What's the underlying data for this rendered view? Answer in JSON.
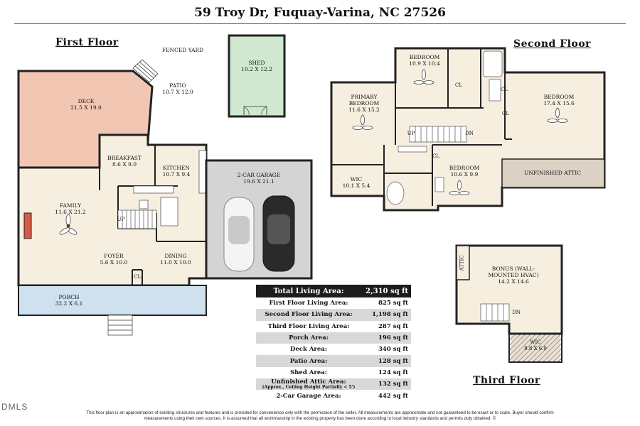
{
  "title": "59 Troy Dr, Fuquay-Varina, NC 27526",
  "floors": {
    "first": "First Floor",
    "second": "Second Floor",
    "third": "Third Floor"
  },
  "labels": {
    "fenced_yard": "FENCED YARD",
    "shed": {
      "name": "SHED",
      "dims": "10.2 X 12.2"
    },
    "patio": {
      "name": "PATIO",
      "dims": "10.7 X 12.0"
    },
    "deck": {
      "name": "DECK",
      "dims": "21.5 X 19.0"
    },
    "breakfast": {
      "name": "BREAKFAST",
      "dims": "8.6 X 9.0"
    },
    "kitchen": {
      "name": "KITCHEN",
      "dims": "10.7 X 9.4"
    },
    "garage": {
      "name": "2-CAR GARAGE",
      "dims": "19.6 X 21.1"
    },
    "family": {
      "name": "FAMILY",
      "dims": "11.6 X 21.2"
    },
    "foyer": {
      "name": "FOYER",
      "dims": "5.6 X 10.0"
    },
    "dining": {
      "name": "DINING",
      "dims": "11.0 X 10.0"
    },
    "porch": {
      "name": "PORCH",
      "dims": "32.2 X 6.1"
    },
    "up1": "UP",
    "cl1": "CL",
    "bedroom_a": {
      "name": "BEDROOM",
      "dims": "10.9 X 10.4"
    },
    "primary": {
      "name": "PRIMARY BEDROOM",
      "dims": "11.6 X 15.2"
    },
    "bedroom_b": {
      "name": "BEDROOM",
      "dims": "17.4 X 15.6"
    },
    "bedroom_c": {
      "name": "BEDROOM",
      "dims": "10.6 X 9.9"
    },
    "wic2": {
      "name": "WIC",
      "dims": "10.1 X 5.4"
    },
    "attic_unf": "UNFINISHED ATTIC",
    "up2": "UP",
    "dn2": "DN",
    "cl": "CL",
    "bonus": {
      "name": "BONUS (WALL-MOUNTED HVAC)",
      "dims": "14.2 X 14.6"
    },
    "attic": "ATTIC",
    "dn3": "DN",
    "wic3": {
      "name": "WIC",
      "dims": "8.8 X 6.9"
    }
  },
  "area_table": {
    "header": {
      "label": "Total Living Area:",
      "value": "2,310 sq ft"
    },
    "rows": [
      {
        "label": "First Floor Living Area:",
        "value": "825 sq ft"
      },
      {
        "label": "Second Floor Living Area:",
        "value": "1,198 sq ft"
      },
      {
        "label": "Third Floor Living Area:",
        "value": "287 sq ft"
      },
      {
        "label": "Porch Area:",
        "value": "196 sq ft"
      },
      {
        "label": "Deck Area:",
        "value": "340 sq ft"
      },
      {
        "label": "Patio Area:",
        "value": "128 sq ft"
      },
      {
        "label": "Shed Area:",
        "value": "124 sq ft"
      },
      {
        "label": "Unfinished Attic Area:",
        "sub": "(Approx., Ceiling Height Partially < 5')",
        "value": "132 sq ft"
      },
      {
        "label": "2-Car Garage Area:",
        "value": "442 sq ft"
      }
    ]
  },
  "disclaimer": "This floor plan is an approximation of existing structures and features and is provided for convenience only with the permission of the seller. All measurements are approximate and not guaranteed to be exact or to scale. Buyer should confirm measurements using their own sources. It is assumed that all workmanship in the existing property has been done according to local industry standards and permits duly obtained. ©",
  "watermark": "DMLS",
  "colors": {
    "deck": "#f1c7b4",
    "shed": "#cfe8cf",
    "garage": "#d4d4d4",
    "porch": "#cfe0ee",
    "floor": "#f6efe0",
    "attic": "#dcd2c4",
    "table_header": "#1c1c1c"
  }
}
